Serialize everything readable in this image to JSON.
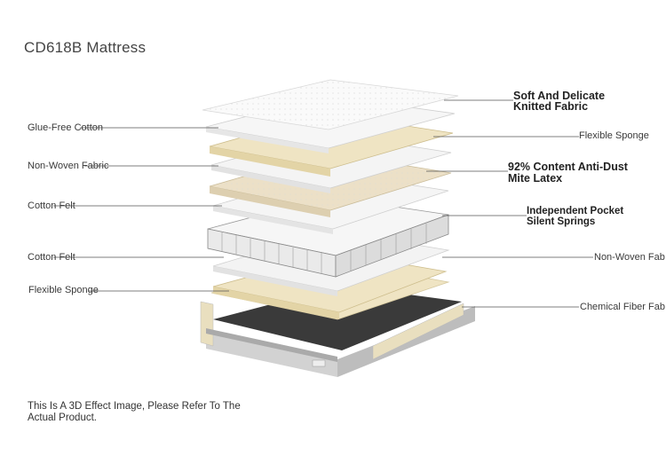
{
  "title": "CD618B Mattress",
  "left_labels": {
    "glue_free_cotton": "Glue-Free Cotton",
    "non_woven_fabric": "Non-Woven Fabric",
    "cotton_felt_1": "Cotton Felt",
    "cotton_felt_2": "Cotton Felt",
    "flexible_sponge": "Flexible Sponge"
  },
  "right_labels": {
    "knitted_fabric_line1": "Soft And Delicate",
    "knitted_fabric_line2": "Knitted Fabric",
    "flexible_sponge": "Flexible Sponge",
    "latex_line1": "92% Content Anti-Dust",
    "latex_line2": "Mite Latex",
    "springs_line1": "Independent Pocket",
    "springs_line2": "Silent Springs",
    "non_woven_fabric": "Non-Woven Fab",
    "chemical_fiber": "Chemical Fiber Fab"
  },
  "footer_note_line1": "This Is A 3D Effect Image, Please Refer To The",
  "footer_note_line2": "Actual Product.",
  "colors": {
    "white_layer": "#f4f4f4",
    "cream_layer": "#efe5c6",
    "latex_layer": "#e9dcc2",
    "base_fabric": "#cfcfcf",
    "base_top": "#3a3a3a",
    "leader_line": "#555555"
  }
}
